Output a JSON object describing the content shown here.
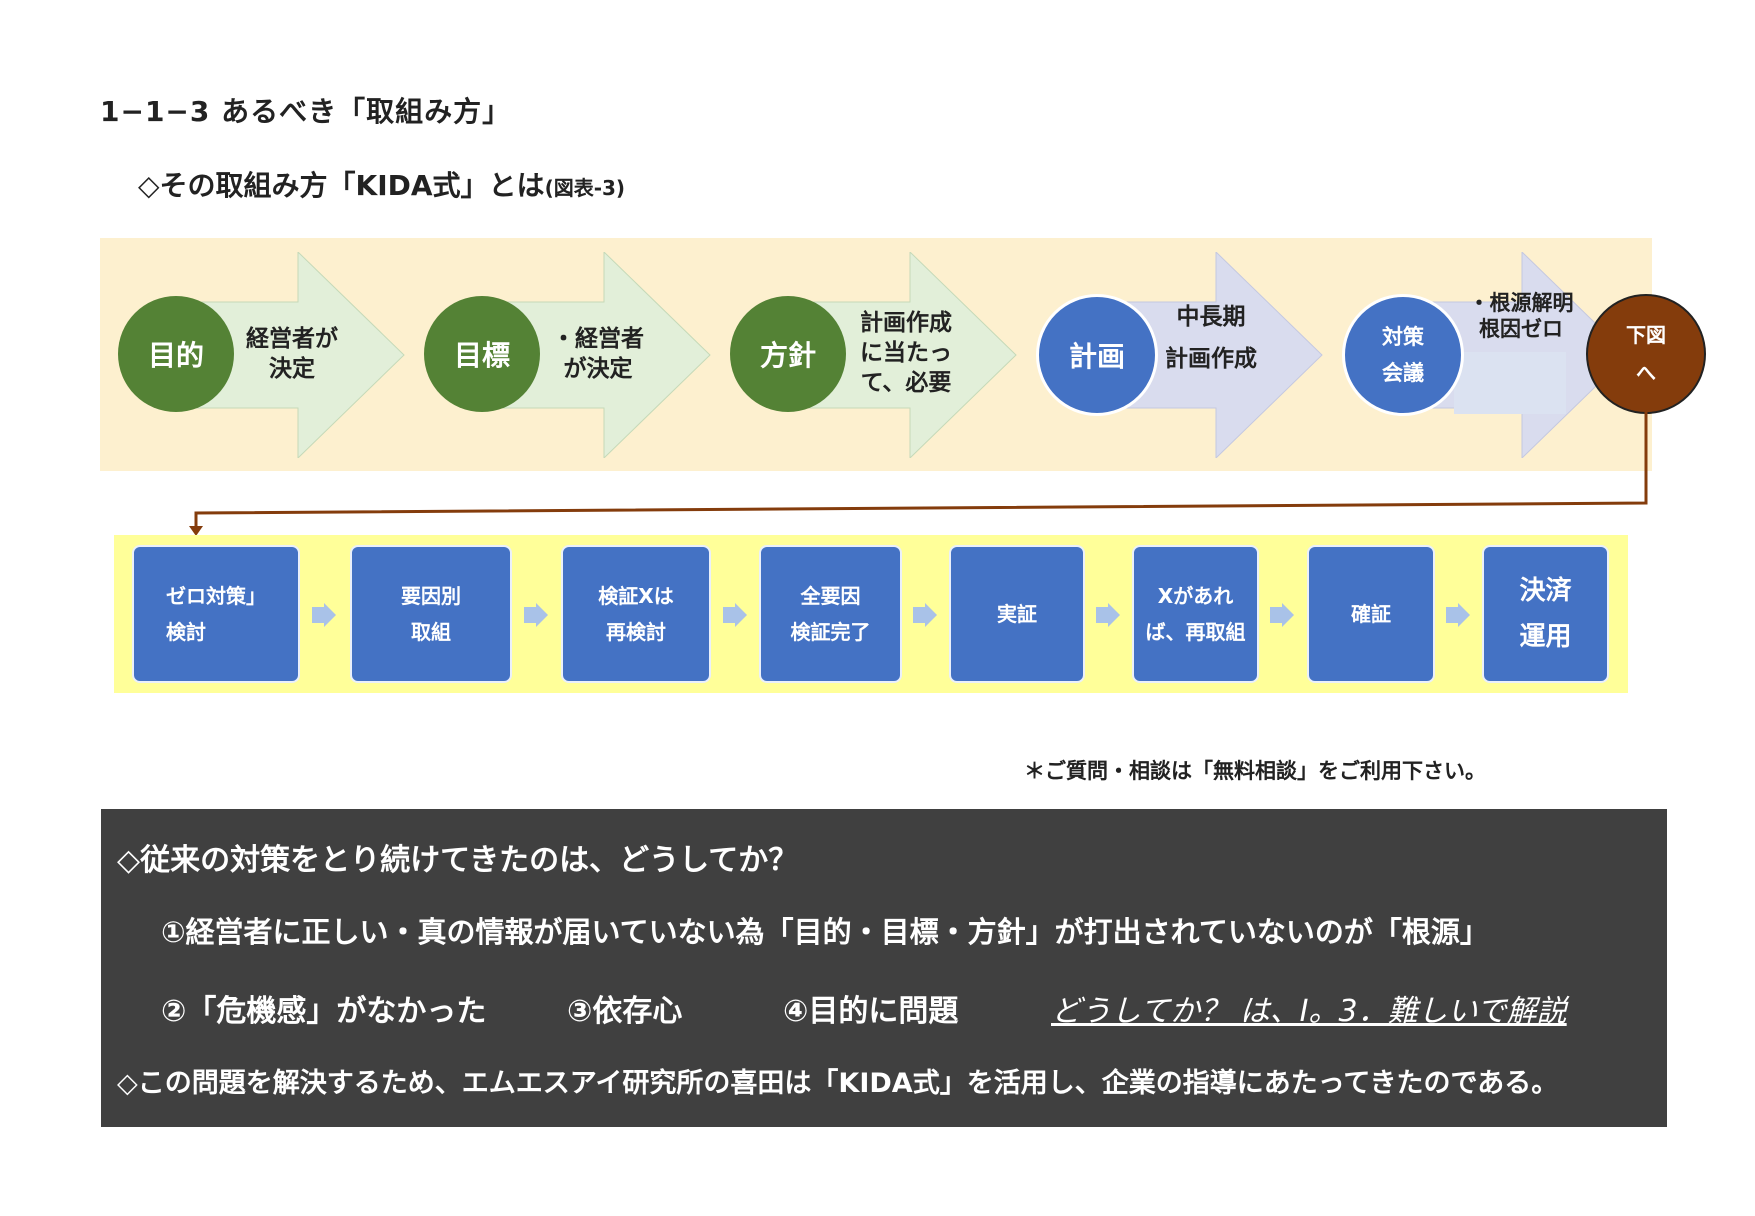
{
  "section_title": "1−1−3 あるべき「取組み方」",
  "subtitle": {
    "main": "◇その取組み方「KIDA式」とは",
    "ref": "(図表-3)"
  },
  "top_flow": [
    {
      "label": "目的",
      "lines": [
        "経営者が",
        "決定"
      ]
    },
    {
      "label": "目標",
      "lines": [
        "・経営者",
        "が決定"
      ]
    },
    {
      "label": "方針",
      "lines": [
        "計画作成",
        "に当たっ",
        "て、必要"
      ]
    },
    {
      "label": "計画",
      "lines": [
        "中長期",
        "計画作成"
      ]
    },
    {
      "label_lines": [
        "対策",
        "会議"
      ],
      "lines": [
        "・根源解明",
        "根因ゼロ"
      ]
    }
  ],
  "connector_circle": {
    "lines": [
      "下図",
      "へ"
    ]
  },
  "bottom_flow": [
    {
      "lines": [
        "ゼロ対策」",
        "検討"
      ]
    },
    {
      "lines": [
        "要因別",
        "取組"
      ]
    },
    {
      "lines": [
        "検証Xは",
        "再検討"
      ]
    },
    {
      "lines": [
        "全要因",
        "検証完了"
      ]
    },
    {
      "lines": [
        "実証"
      ]
    },
    {
      "lines": [
        "Xがあれ",
        "ば、再取組"
      ]
    },
    {
      "lines": [
        "確証"
      ]
    },
    {
      "lines": [
        "決済",
        "運用"
      ]
    }
  ],
  "note": "＊ご質問・相談は「無料相談」をご利用下さい。",
  "panel": {
    "q1": "◇従来の対策をとり続けてきたのは、どうしてか？",
    "r1": "①経営者に正しい・真の情報が届いていない為「目的・目標・方針」が打出されていないのが「根源」",
    "r2": "②「危機感」がなかった",
    "r3": "③依存心",
    "r4": "④目的に問題",
    "link": "どうしてか？ は、Ⅰ。3．難しいで解説",
    "q2": "◇この問題を解決するため、エムエスアイ研究所の喜田は「KIDA式」を活用し、企業の指導にあたってきたのである。"
  },
  "colors": {
    "green": "#548235",
    "blue": "#4472c4",
    "brown": "#843c0c",
    "top_band": "#fdf0cf",
    "bottom_band": "#ffff99",
    "panel": "#404040"
  }
}
